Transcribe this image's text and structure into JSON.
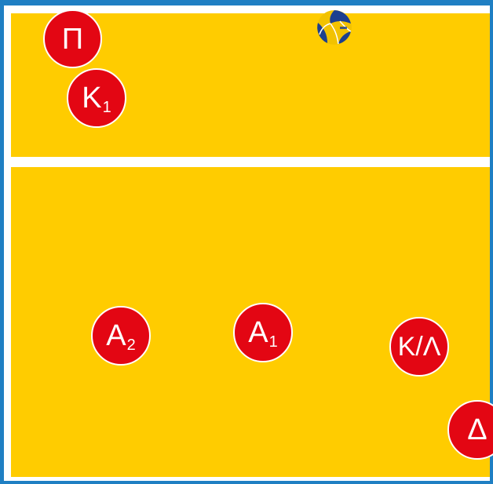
{
  "players": {
    "setter_top": {
      "label": "Π"
    },
    "k1": {
      "label": "K",
      "sub": "1"
    },
    "a2": {
      "label": "A",
      "sub": "2"
    },
    "a1": {
      "label": "A",
      "sub": "1"
    },
    "kl": {
      "label": "K/Λ"
    },
    "delta": {
      "label": "Δ"
    }
  },
  "colors": {
    "court": "#ffcc00",
    "player": "#e30613",
    "border": "#1f7fc3"
  },
  "icons": {
    "ball": "volleyball-icon"
  }
}
